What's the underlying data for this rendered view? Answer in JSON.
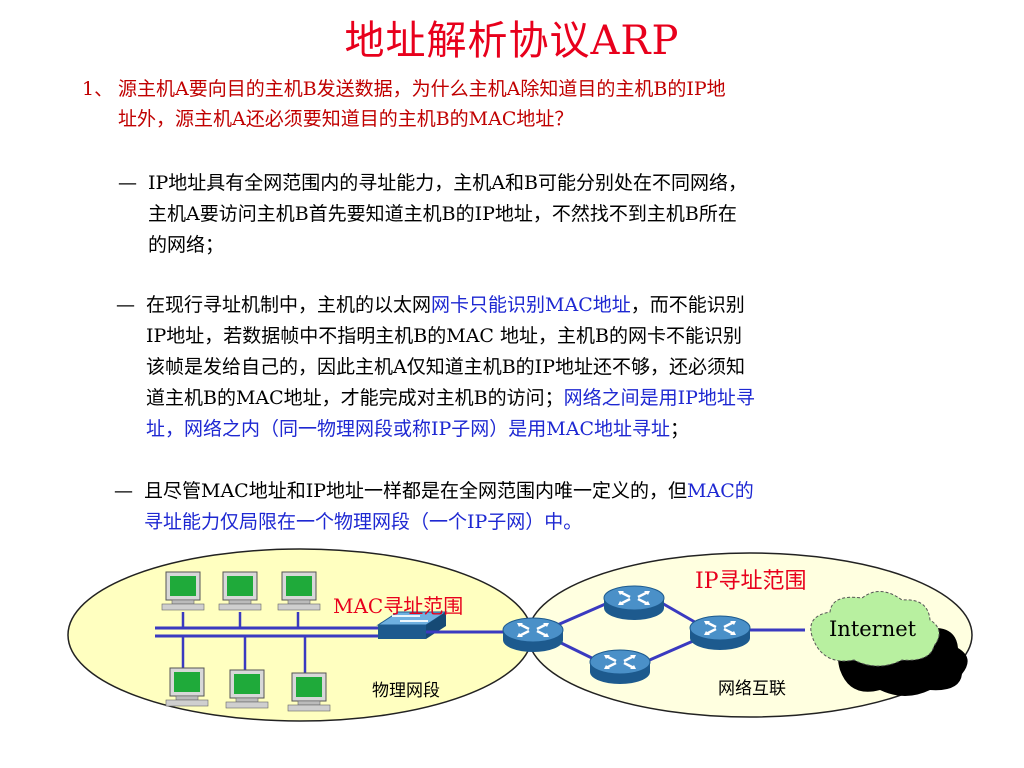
{
  "title": "地址解析协议ARP",
  "question": {
    "number": "1、",
    "line1": "源主机A要向目的主机B发送数据，为什么主机A除知道目的主机B的IP地",
    "line2": "址外，源主机A还必须要知道目的主机B的MAC地址？"
  },
  "point1": {
    "dash": "—",
    "line1": "IP地址具有全网范围内的寻址能力，主机A和B可能分别处在不同网络，",
    "line2": "主机A要访问主机B首先要知道主机B的IP地址，不然找不到主机B所在",
    "line3": "的网络；"
  },
  "point2": {
    "dash": "—",
    "l1_a": "在现行寻址机制中，主机的以太网",
    "l1_blue": "网卡只能识别MAC地址",
    "l1_b": "，而不能识别",
    "line2": "IP地址，若数据帧中不指明主机B的MAC 地址，主机B的网卡不能识别",
    "line3": "该帧是发给自己的，因此主机A仅知道主机B的IP地址还不够，还必须知",
    "l4_a": "道主机B的MAC地址，才能完成对主机B的访问；",
    "l4_blue": "网络之间是用IP地址寻",
    "l5_blue": "址，网络之内（同一物理网段或称IP子网）是用MAC地址寻址",
    "l5_b": "；"
  },
  "point3": {
    "dash": "—",
    "l1_a": "且尽管MAC地址和IP地址一样都是在全网范围内唯一定义的，但",
    "l1_blue": "MAC的",
    "l2_blue": "寻址能力仅局限在一个物理网段（一个IP子网）中。"
  },
  "diagram": {
    "mac_scope_label": "MAC寻址范围",
    "ip_scope_label": "IP寻址范围",
    "segment_label": "物理网段",
    "internet_label": "Internet",
    "interconnect_label": "网络互联",
    "colors": {
      "left_ellipse": "#ffffc0",
      "right_ellipse": "#ffffe0",
      "cloud": "#b8f0a0",
      "router": "#2e6fa8",
      "bus": "#3a3ac0",
      "label_red": "#e8001c"
    }
  }
}
